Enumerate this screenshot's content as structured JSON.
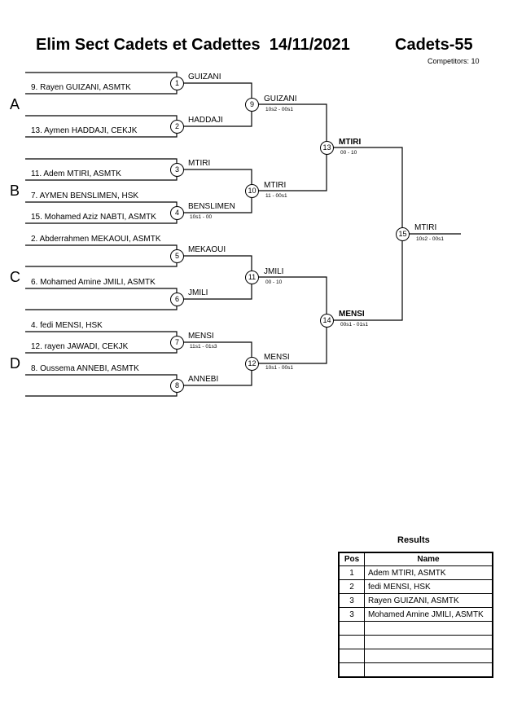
{
  "header": {
    "title": "Elim Sect Cadets et Cadettes  14/11/2021",
    "event": "Cadets-55",
    "competitors": "Competitors: 10"
  },
  "pools": [
    "A",
    "B",
    "C",
    "D"
  ],
  "entries": [
    "9. Rayen GUIZANI, ASMTK",
    "13. Aymen HADDAJI, CEKJK",
    "11. Adem MTIRI, ASMTK",
    "7. AYMEN BENSLIMEN, HSK",
    "15. Mohamed Aziz NABTI, ASMTK",
    "2. Abderrahmen MEKAOUI, ASMTK",
    "6. Mohamed Amine JMILI, ASMTK",
    "4. fedi MENSI, HSK",
    "12. rayen JAWADI, CEKJK",
    "8. Oussema ANNEBI, ASMTK"
  ],
  "matches": [
    {
      "num": "1",
      "winner": "GUIZANI",
      "score": ""
    },
    {
      "num": "2",
      "winner": "HADDAJI",
      "score": ""
    },
    {
      "num": "3",
      "winner": "MTIRI",
      "score": ""
    },
    {
      "num": "4",
      "winner": "BENSLIMEN",
      "score": "10s1 - 00"
    },
    {
      "num": "5",
      "winner": "MEKAOUI",
      "score": ""
    },
    {
      "num": "6",
      "winner": "JMILI",
      "score": ""
    },
    {
      "num": "7",
      "winner": "MENSI",
      "score": "11s1 - 01s3"
    },
    {
      "num": "8",
      "winner": "ANNEBI",
      "score": ""
    },
    {
      "num": "9",
      "winner": "GUIZANI",
      "score": "10s2 - 00s1"
    },
    {
      "num": "10",
      "winner": "MTIRI",
      "score": "11 - 00s1"
    },
    {
      "num": "11",
      "winner": "JMILI",
      "score": "00 - 10"
    },
    {
      "num": "12",
      "winner": "MENSI",
      "score": "10s1 - 00s1"
    },
    {
      "num": "13",
      "winner": "MTIRI",
      "score": "00 - 10"
    },
    {
      "num": "14",
      "winner": "MENSI",
      "score": "00s1 - 01s1"
    },
    {
      "num": "15",
      "winner": "MTIRI",
      "score": "10s2 - 00s1"
    }
  ],
  "results": {
    "title": "Results",
    "col_pos": "Pos",
    "col_name": "Name",
    "rows": [
      {
        "pos": "1",
        "name": "Adem MTIRI, ASMTK"
      },
      {
        "pos": "2",
        "name": "fedi MENSI, HSK"
      },
      {
        "pos": "3",
        "name": "Rayen GUIZANI, ASMTK"
      },
      {
        "pos": "3",
        "name": "Mohamed Amine JMILI, ASMTK"
      },
      {
        "pos": "",
        "name": ""
      },
      {
        "pos": "",
        "name": ""
      },
      {
        "pos": "",
        "name": ""
      },
      {
        "pos": "",
        "name": ""
      }
    ]
  }
}
